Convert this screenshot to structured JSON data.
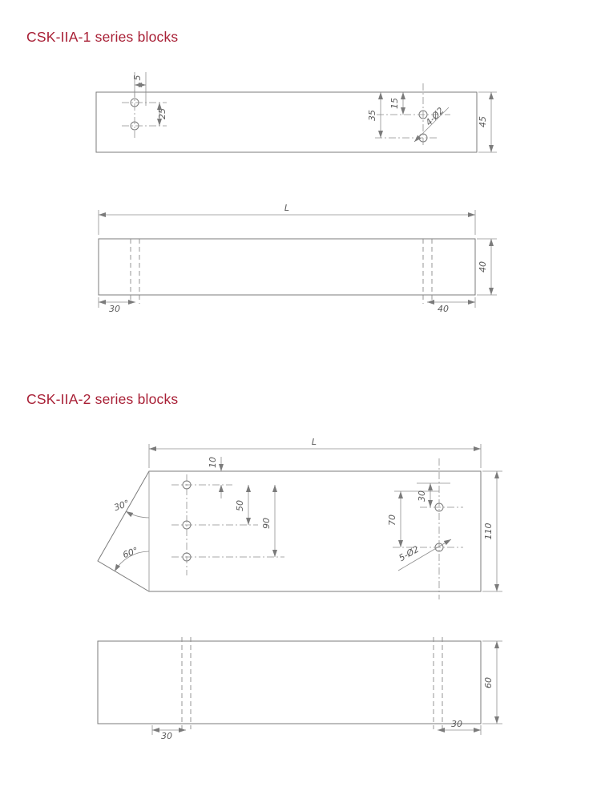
{
  "colors": {
    "accent_title": "#a81f35",
    "drawing_line": "#7b7b7b",
    "dimension_text": "#5a5a5a"
  },
  "section1": {
    "title": "CSK-IIA-1 series blocks",
    "top_view": {
      "dim_5": "5",
      "dim_25": "25",
      "dim_35": "35",
      "dim_15": "15",
      "hole_note": "4-Ø2",
      "dim_45": "45"
    },
    "front_view": {
      "dim_L": "L",
      "dim_40_side": "40",
      "dim_30_left": "30",
      "dim_40_right": "40"
    }
  },
  "section2": {
    "title": "CSK-IIA-2 series blocks",
    "top_view": {
      "dim_L": "L",
      "dim_10": "10",
      "dim_50": "50",
      "dim_90": "90",
      "dim_30": "30",
      "dim_70": "70",
      "hole_note": "5-Ø2",
      "dim_110": "110",
      "angle_30": "30°",
      "angle_60": "60°"
    },
    "front_view": {
      "dim_60": "60",
      "dim_30_left": "30",
      "dim_30_right": "30"
    }
  }
}
